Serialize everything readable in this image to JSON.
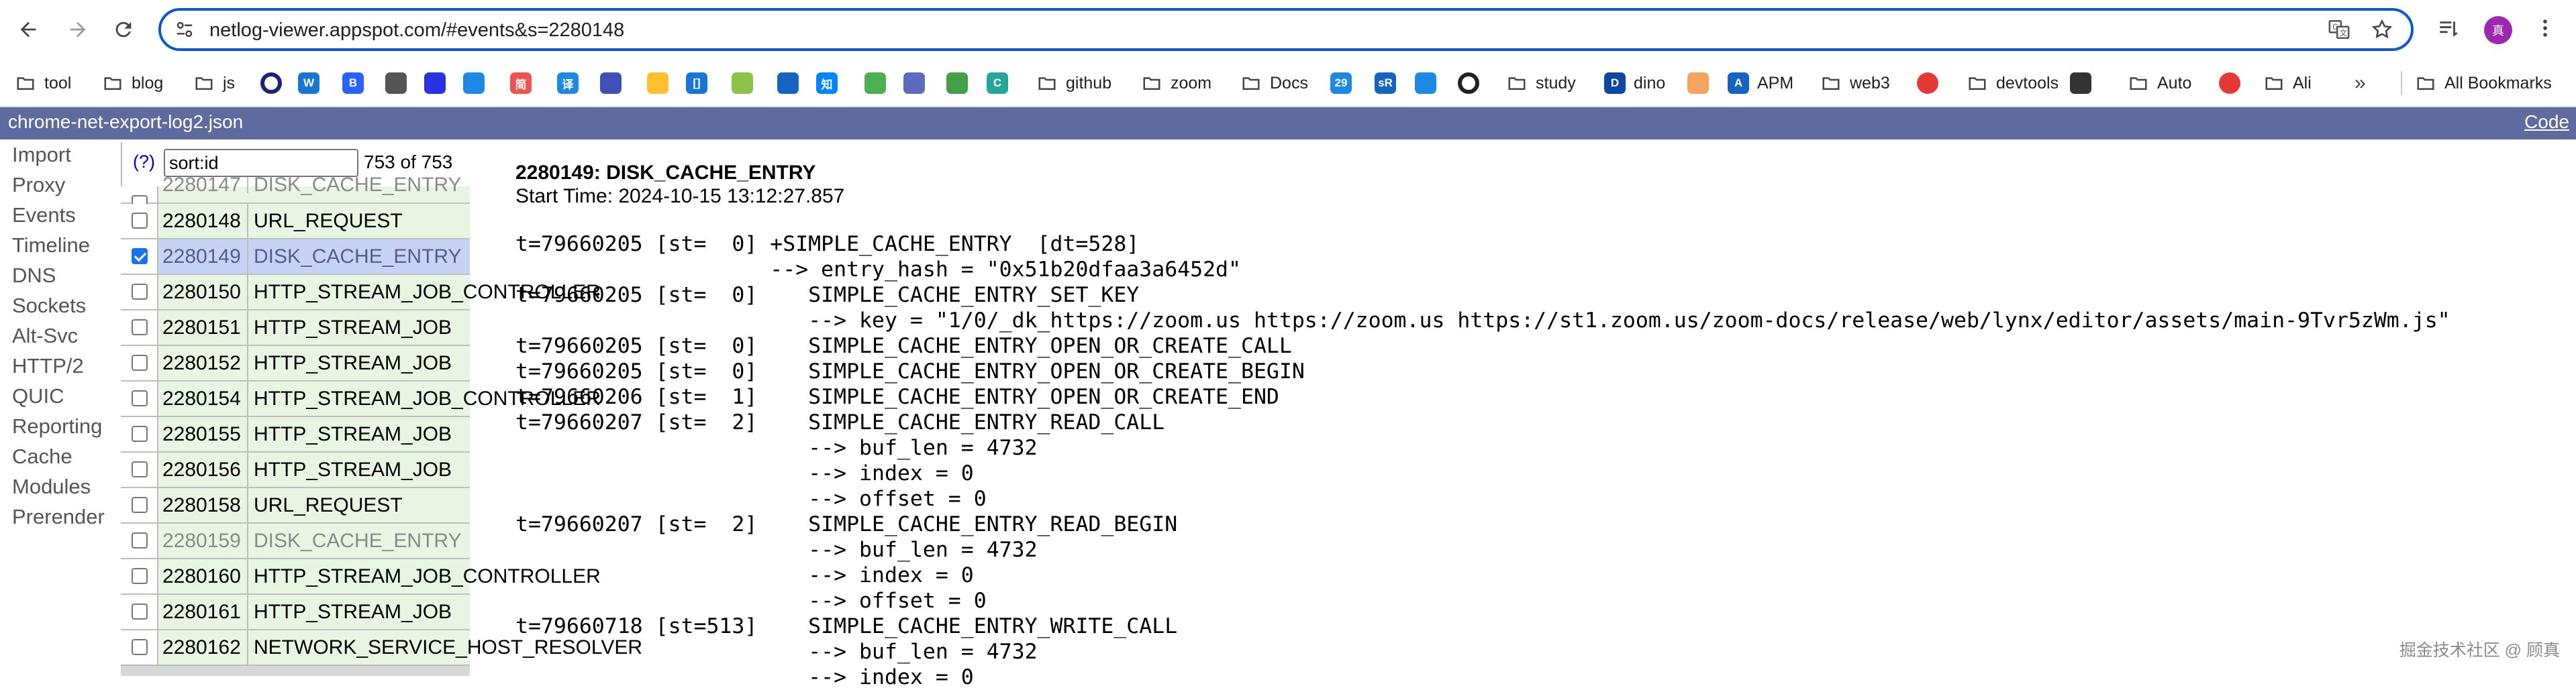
{
  "browser": {
    "url": "netlog-viewer.appspot.com/#events&s=2280148",
    "avatar_letter": "真"
  },
  "bookmarks": [
    {
      "label": "tool",
      "icon": "folder-icon"
    },
    {
      "label": "blog",
      "icon": "folder-icon"
    },
    {
      "label": "js",
      "icon": "folder-icon"
    },
    {
      "label": "",
      "icon": "ring-favicon",
      "color": "#1a237e"
    },
    {
      "label": "",
      "icon": "w-favicon",
      "color": "#1976d2"
    },
    {
      "label": "",
      "icon": "b-favicon",
      "color": "#2962ff"
    },
    {
      "label": "",
      "icon": "pen-favicon",
      "color": "#555555"
    },
    {
      "label": "",
      "icon": "paw-favicon",
      "color": "#2932e1"
    },
    {
      "label": "",
      "icon": "layers-favicon",
      "color": "#1e88e5"
    },
    {
      "label": "",
      "icon": "jian-favicon",
      "color": "#ef5350"
    },
    {
      "label": "",
      "icon": "yi-favicon",
      "color": "#1e88e5"
    },
    {
      "label": "",
      "icon": "translate-favicon",
      "color": "#3f51b5"
    },
    {
      "label": "",
      "icon": "rainbow-favicon",
      "color": "#fbc02d"
    },
    {
      "label": "",
      "icon": "bracket-favicon",
      "color": "#1976d2"
    },
    {
      "label": "",
      "icon": "chat-favicon",
      "color": "#8bc34a"
    },
    {
      "label": "",
      "icon": "notes-favicon",
      "color": "#1565c0"
    },
    {
      "label": "",
      "icon": "zhi-favicon",
      "color": "#0084ff"
    },
    {
      "label": "",
      "icon": "chrome-favicon",
      "color": "#4caf50"
    },
    {
      "label": "",
      "icon": "network-favicon",
      "color": "#5c6bc0"
    },
    {
      "label": "",
      "icon": "grid-favicon",
      "color": "#43a047"
    },
    {
      "label": "",
      "icon": "c-favicon",
      "color": "#26a69a"
    },
    {
      "label": "github",
      "icon": "folder-icon"
    },
    {
      "label": "zoom",
      "icon": "folder-icon"
    },
    {
      "label": "Docs",
      "icon": "folder-icon"
    },
    {
      "label": "",
      "icon": "calendar-favicon",
      "color": "#1e88e5"
    },
    {
      "label": "",
      "icon": "srk-favicon",
      "color": "#1565c0"
    },
    {
      "label": "",
      "icon": "jira-favicon",
      "color": "#1e88e5"
    },
    {
      "label": "",
      "icon": "circle-favicon",
      "color": "#212121"
    },
    {
      "label": "study",
      "icon": "folder-icon"
    },
    {
      "label": "dino",
      "icon": "dino-favicon",
      "color": "#0d47a1"
    },
    {
      "label": "",
      "icon": "face-favicon",
      "color": "#f4a460"
    },
    {
      "label": "APM",
      "icon": "apm-favicon",
      "color": "#1565c0"
    },
    {
      "label": "web3",
      "icon": "folder-icon"
    },
    {
      "label": "",
      "icon": "target-favicon",
      "color": "#e53935"
    },
    {
      "label": "devtools",
      "icon": "folder-icon"
    },
    {
      "label": "",
      "icon": "apple-favicon",
      "color": "#333333"
    },
    {
      "label": "Auto",
      "icon": "folder-icon"
    },
    {
      "label": "",
      "icon": "weibo-favicon",
      "color": "#e53935"
    },
    {
      "label": "Ali",
      "icon": "folder-icon"
    }
  ],
  "all_bookmarks_label": "All Bookmarks",
  "page": {
    "file_name": "chrome-net-export-log2.json",
    "code_link": "Code",
    "tabs": [
      "Import",
      "Proxy",
      "Events",
      "Timeline",
      "DNS",
      "Sockets",
      "Alt-Svc",
      "HTTP/2",
      "QUIC",
      "Reporting",
      "Cache",
      "Modules",
      "Prerender"
    ]
  },
  "event_list": {
    "help_label": "(?)",
    "filter_value": "sort:id",
    "count": "753 of 753",
    "top_partial_row": {
      "id": "2280147",
      "type": "DISK_CACHE_ENTRY"
    },
    "rows": [
      {
        "id": "2280148",
        "type": "URL_REQUEST",
        "state": "normal",
        "checked": false
      },
      {
        "id": "2280149",
        "type": "DISK_CACHE_ENTRY",
        "state": "selected",
        "checked": true
      },
      {
        "id": "2280150",
        "type": "HTTP_STREAM_JOB_CONTROLLER",
        "state": "normal",
        "checked": false
      },
      {
        "id": "2280151",
        "type": "HTTP_STREAM_JOB",
        "state": "normal",
        "checked": false
      },
      {
        "id": "2280152",
        "type": "HTTP_STREAM_JOB",
        "state": "normal",
        "checked": false
      },
      {
        "id": "2280154",
        "type": "HTTP_STREAM_JOB_CONTROLLER",
        "state": "normal",
        "checked": false
      },
      {
        "id": "2280155",
        "type": "HTTP_STREAM_JOB",
        "state": "normal",
        "checked": false
      },
      {
        "id": "2280156",
        "type": "HTTP_STREAM_JOB",
        "state": "normal",
        "checked": false
      },
      {
        "id": "2280158",
        "type": "URL_REQUEST",
        "state": "normal",
        "checked": false
      },
      {
        "id": "2280159",
        "type": "DISK_CACHE_ENTRY",
        "state": "gray",
        "checked": false
      },
      {
        "id": "2280160",
        "type": "HTTP_STREAM_JOB_CONTROLLER",
        "state": "normal",
        "checked": false
      },
      {
        "id": "2280161",
        "type": "HTTP_STREAM_JOB",
        "state": "normal",
        "checked": false
      },
      {
        "id": "2280162",
        "type": "NETWORK_SERVICE_HOST_RESOLVER",
        "state": "normal",
        "checked": false
      }
    ]
  },
  "event_detail": {
    "title": "2280149: DISK_CACHE_ENTRY",
    "start_time": "Start Time: 2024-10-15 13:12:27.857",
    "log_lines": [
      "t=79660205 [st=  0] +SIMPLE_CACHE_ENTRY  [dt=528]",
      "                    --> entry_hash = \"0x51b20dfaa3a6452d\"",
      "t=79660205 [st=  0]    SIMPLE_CACHE_ENTRY_SET_KEY",
      "                       --> key = \"1/0/_dk_https://zoom.us https://zoom.us https://st1.zoom.us/zoom-docs/release/web/lynx/editor/assets/main-9Tvr5zWm.js\"",
      "t=79660205 [st=  0]    SIMPLE_CACHE_ENTRY_OPEN_OR_CREATE_CALL",
      "t=79660205 [st=  0]    SIMPLE_CACHE_ENTRY_OPEN_OR_CREATE_BEGIN",
      "t=79660206 [st=  1]    SIMPLE_CACHE_ENTRY_OPEN_OR_CREATE_END",
      "t=79660207 [st=  2]    SIMPLE_CACHE_ENTRY_READ_CALL",
      "                       --> buf_len = 4732",
      "                       --> index = 0",
      "                       --> offset = 0",
      "t=79660207 [st=  2]    SIMPLE_CACHE_ENTRY_READ_BEGIN",
      "                       --> buf_len = 4732",
      "                       --> index = 0",
      "                       --> offset = 0",
      "t=79660718 [st=513]    SIMPLE_CACHE_ENTRY_WRITE_CALL",
      "                       --> buf_len = 4732",
      "                       --> index = 0"
    ]
  },
  "watermark": "掘金技术社区 @ 顾真"
}
